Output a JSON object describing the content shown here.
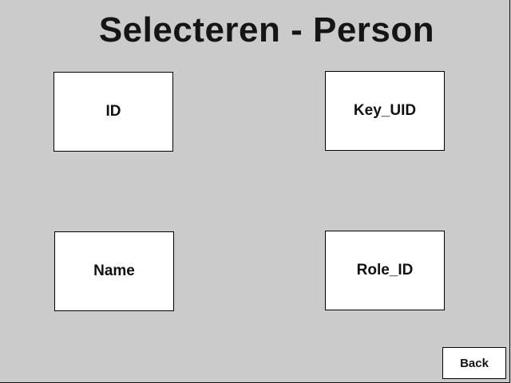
{
  "header": {
    "title": "Selecteren - Person"
  },
  "fields": {
    "id": "ID",
    "key_uid": "Key_UID",
    "name": "Name",
    "role_id": "Role_ID"
  },
  "footer": {
    "back_label": "Back"
  },
  "colors": {
    "background": "#cbcbcb",
    "button_background": "#ffffff",
    "text": "#111111"
  }
}
